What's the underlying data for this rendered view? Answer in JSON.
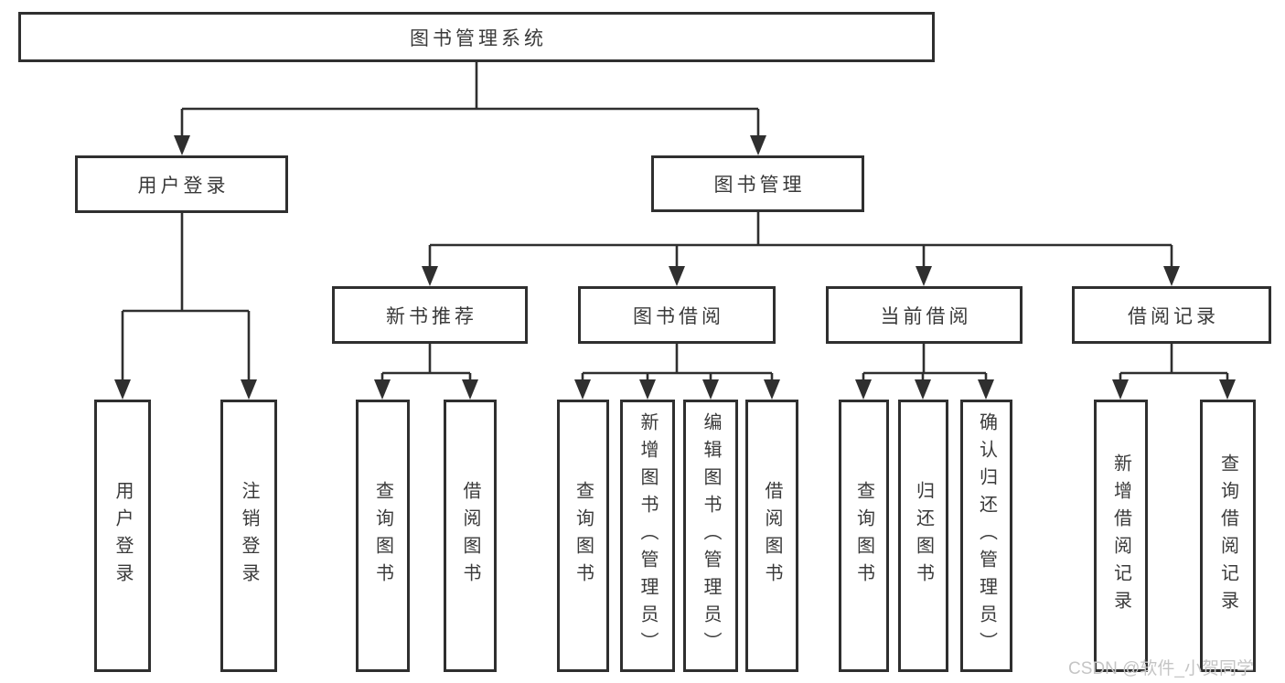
{
  "diagram": {
    "root": {
      "label": "图书管理系统"
    },
    "branches": [
      {
        "label": "用户登录",
        "children": [
          {
            "label": "用户登录"
          },
          {
            "label": "注销登录"
          }
        ]
      },
      {
        "label": "图书管理",
        "children": [
          {
            "label": "新书推荐",
            "children": [
              {
                "label": "查询图书"
              },
              {
                "label": "借阅图书"
              }
            ]
          },
          {
            "label": "图书借阅",
            "children": [
              {
                "label": "查询图书"
              },
              {
                "label": "新增图书（管理员）"
              },
              {
                "label": "编辑图书（管理员）"
              },
              {
                "label": "借阅图书"
              }
            ]
          },
          {
            "label": "当前借阅",
            "children": [
              {
                "label": "查询图书"
              },
              {
                "label": "归还图书"
              },
              {
                "label": "确认归还（管理员）"
              }
            ]
          },
          {
            "label": "借阅记录",
            "children": [
              {
                "label": "新增借阅记录"
              },
              {
                "label": "查询借阅记录"
              }
            ]
          }
        ]
      }
    ]
  },
  "watermark": {
    "text": "CSDN @软件_小贺同学"
  },
  "colors": {
    "line": "#2f2f2f",
    "text": "#3a3a3a",
    "box_background": "#ffffff",
    "page_background": "#ffffff",
    "watermark": "#c5c5c5"
  }
}
